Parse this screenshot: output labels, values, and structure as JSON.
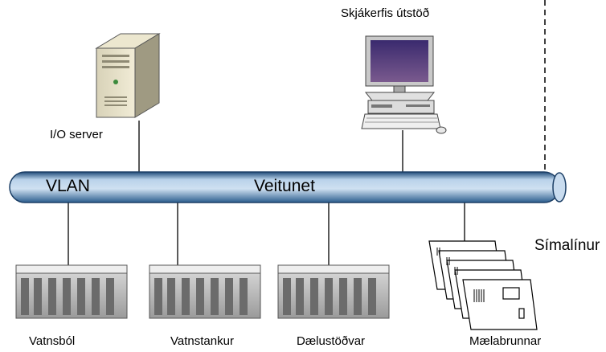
{
  "network": {
    "vlan_label": "VLAN",
    "bus_label": "Veitunet"
  },
  "nodes": {
    "io_server": "I/O server",
    "workstation": "Skjákerfis útstöð",
    "phone_lines": "Símalínur"
  },
  "plcs": [
    {
      "label": "Vatnsból"
    },
    {
      "label": "Vatnstankur"
    },
    {
      "label": "Dælustöðvar"
    }
  ],
  "meters": {
    "label": "Mælabrunnar"
  }
}
